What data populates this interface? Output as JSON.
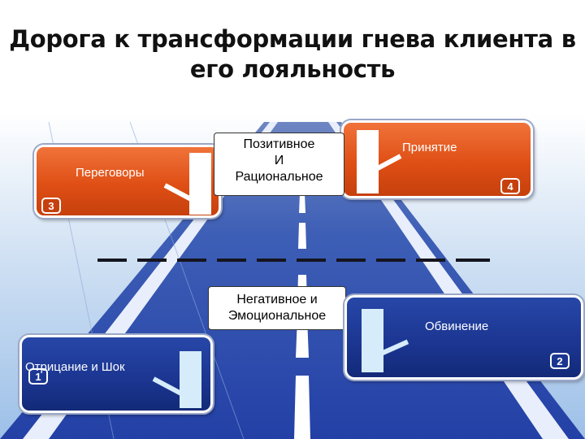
{
  "title": "Дорога к трансформации гнева клиента в его лояльность",
  "stages": {
    "denial": {
      "label": "Отрицание и Шок",
      "number": "1",
      "color": "#1b3590"
    },
    "blame": {
      "label": "Обвинение",
      "number": "2",
      "color": "#1b3590"
    },
    "negotiation": {
      "label": "Переговоры",
      "number": "3",
      "color": "#df4f15"
    },
    "acceptance": {
      "label": "Принятие",
      "number": "4",
      "color": "#df4f15"
    }
  },
  "zones": {
    "positive": {
      "line1": "Позитивное",
      "line2": "И",
      "line3": "Рациональное"
    },
    "negative": {
      "line1": "Негативное и",
      "line2": "Эмоциональное"
    }
  }
}
